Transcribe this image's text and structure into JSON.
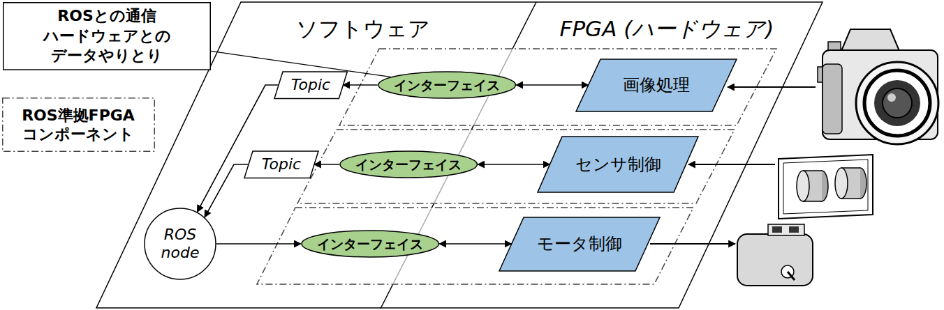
{
  "diagram": {
    "nodes": [
      {
        "text": [
          "ソフトウェア",
          "FPGA (ハードウェア)"
        ]
      },
      {
        "text": [
          "ROSとの通信 ハードウェアとの データやりとり"
        ]
      },
      {
        "text": [
          "ROS準拠FPGA コンポーネント"
        ]
      },
      {
        "text": [
          "Topic"
        ],
        "in": 0
      },
      {
        "text": [
          "インターフェイス"
        ],
        "in": 0
      },
      {
        "text": [
          "画像処理"
        ],
        "in": 0
      },
      {
        "text": [
          "Topic"
        ],
        "in": 0
      },
      {
        "text": [
          "インターフェイス"
        ],
        "in": 0
      },
      {
        "text": [
          "センサ制御"
        ],
        "in": 0
      },
      {
        "text": [
          "ROS node"
        ],
        "in": 0
      },
      {
        "text": [
          "インターフェイス"
        ],
        "in": 0
      },
      {
        "text": [
          "モータ制御"
        ],
        "in": 0
      }
    ],
    "edges": [
      {
        "from": 1,
        "to": 4,
        "arrow": "none"
      },
      {
        "from": 4,
        "to": 3,
        "arrow": "to"
      },
      {
        "from": 4,
        "to": 5,
        "arrow": "both"
      },
      {
        "from": 7,
        "to": 6,
        "arrow": "to"
      },
      {
        "from": 7,
        "to": 8,
        "arrow": "both"
      },
      {
        "from": 3,
        "to": 9,
        "arrow": "to"
      },
      {
        "from": 6,
        "to": 9,
        "arrow": "to"
      },
      {
        "from": 9,
        "to": 10,
        "arrow": "to"
      },
      {
        "from": 10,
        "to": 11,
        "arrow": "both"
      }
    ]
  }
}
